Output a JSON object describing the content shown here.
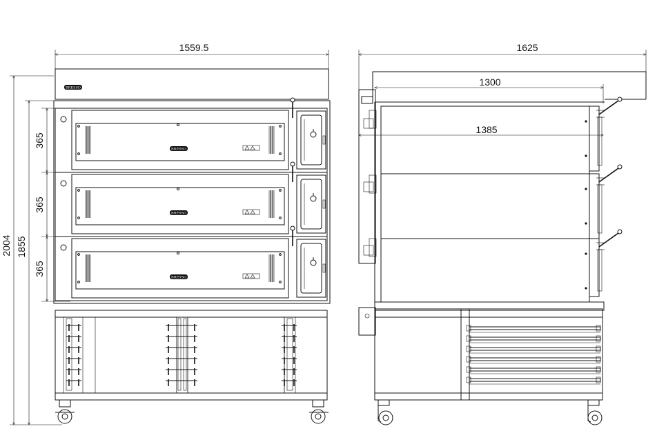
{
  "brand": "BRESSO",
  "front_view": {
    "width_label": "1559.5",
    "total_height_label": "2004",
    "oven_height_label": "1855",
    "deck_height_labels": [
      "365",
      "365",
      "365"
    ]
  },
  "side_view": {
    "depth_label": "1625",
    "chamber_depth_label": "1300",
    "inner_depth_label": "1385"
  }
}
